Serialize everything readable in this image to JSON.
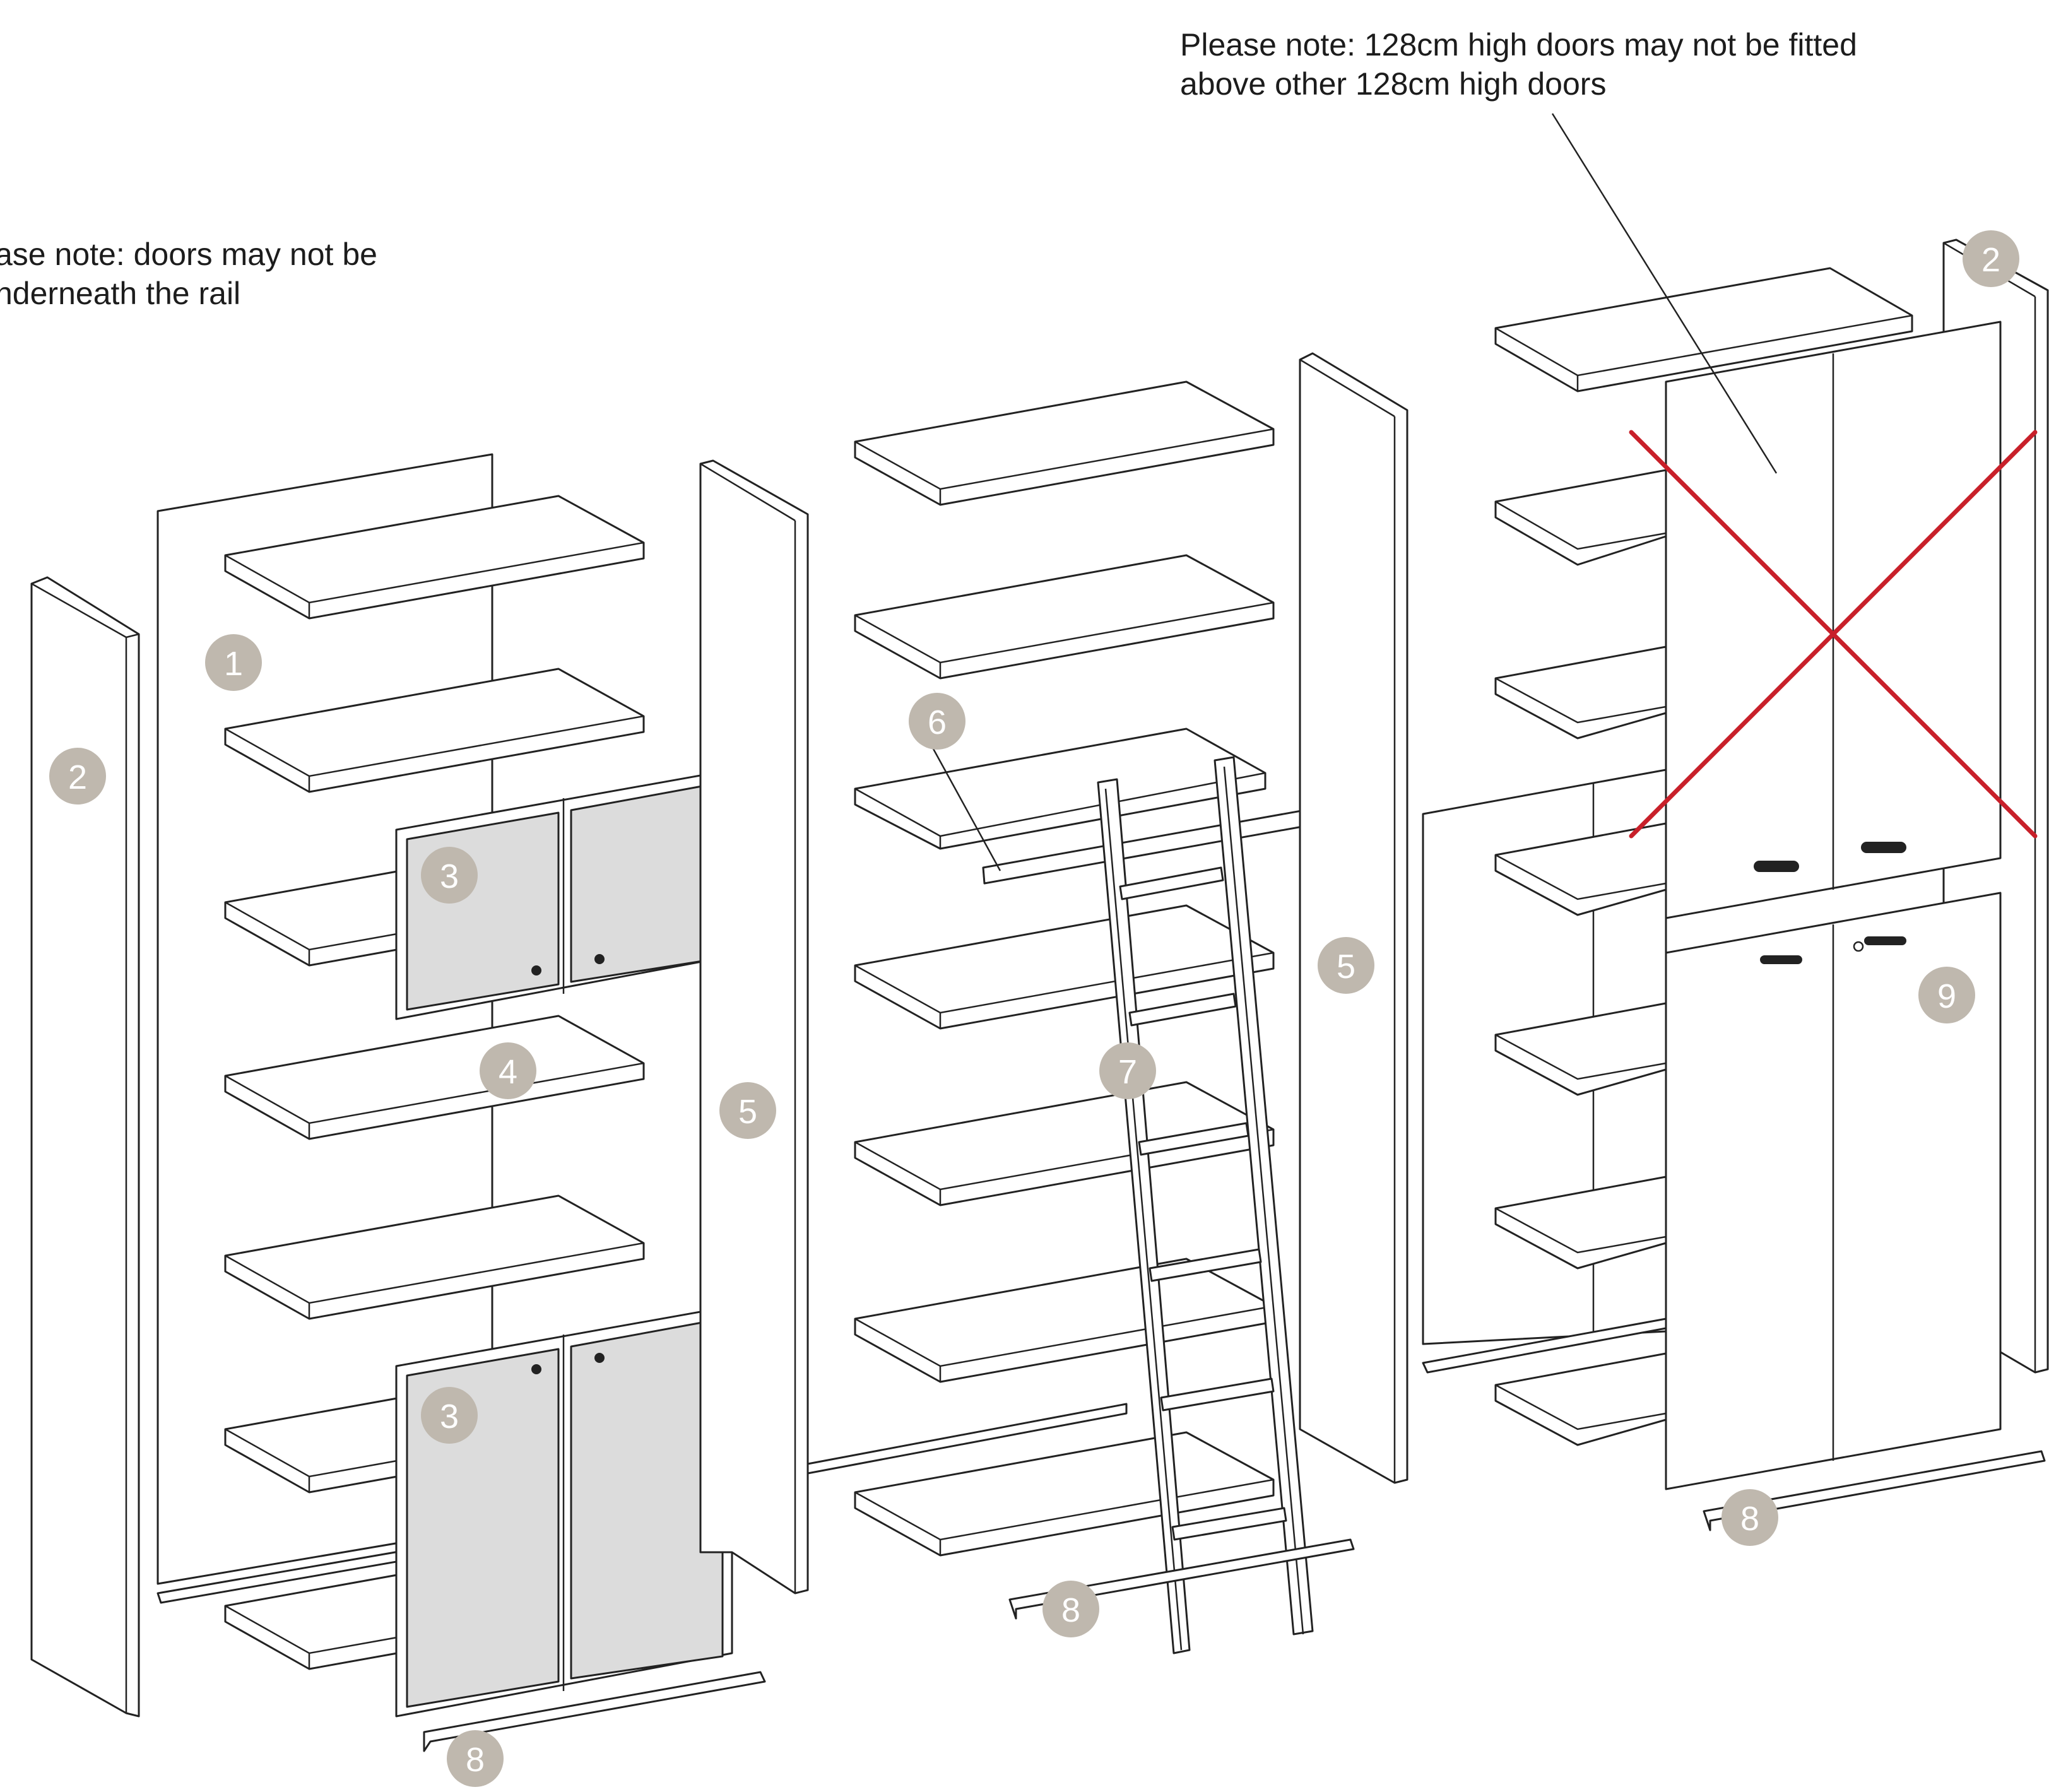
{
  "notes": {
    "left_line1": "ase note: doors may not be",
    "left_line2": "nderneath the rail",
    "right_line1": "Please note: 128cm high doors may not be fitted",
    "right_line2": "above other 128cm high doors"
  },
  "callouts": {
    "c1": "1",
    "c2_left": "2",
    "c2_right": "2",
    "c3_top": "3",
    "c3_bottom": "3",
    "c4": "4",
    "c5_left": "5",
    "c5_right": "5",
    "c6": "6",
    "c7": "7",
    "c8_left": "8",
    "c8_mid": "8",
    "c8_right": "8",
    "c9": "9"
  },
  "colors": {
    "badge": "#bfb8ae",
    "cross": "#c8202a",
    "glass": "#dcdcdc",
    "line": "#222222"
  }
}
